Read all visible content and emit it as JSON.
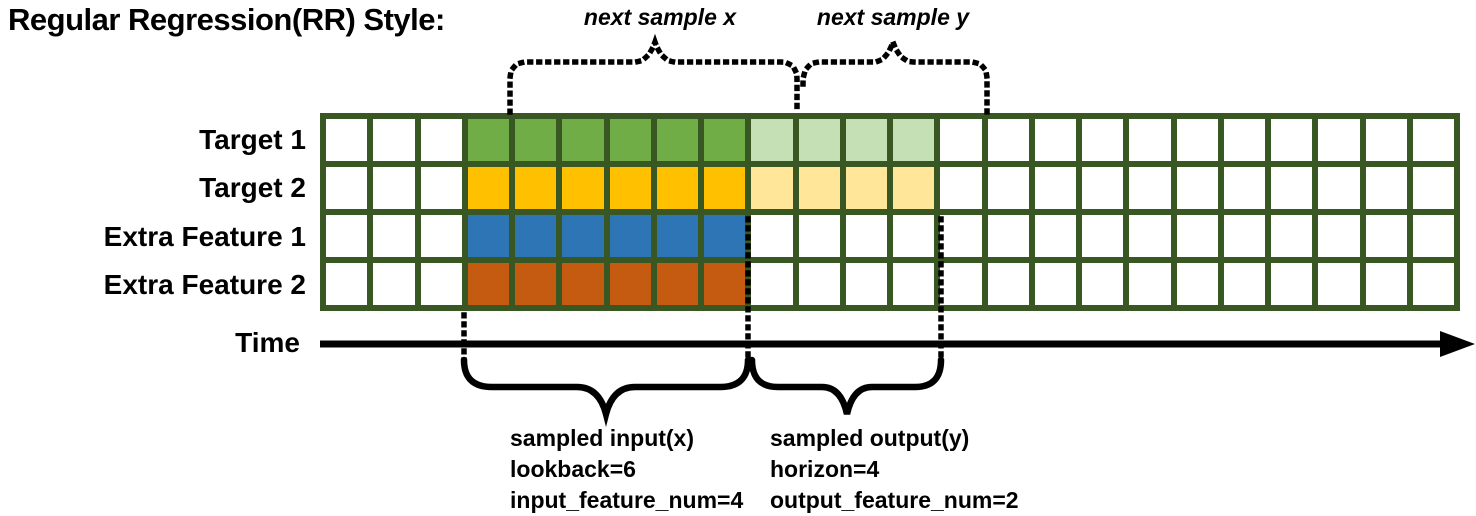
{
  "title": "Regular Regression(RR) Style:",
  "top_annotations": {
    "next_sample_x": "next sample x",
    "next_sample_y": "next sample y"
  },
  "grid": {
    "columns": 24,
    "border_color": "#385723",
    "empty_cell_color": "#FFFFFF",
    "solid_col_start": 4,
    "solid_col_end": 9,
    "light_col_start": 10,
    "light_col_end": 13,
    "rows": [
      {
        "label": "Target 1",
        "solid_color": "#70AD47",
        "light_color": "#C5E0B4"
      },
      {
        "label": "Target 2",
        "solid_color": "#FFC000",
        "light_color": "#FFE699"
      },
      {
        "label": "Extra Feature 1",
        "solid_color": "#2E75B6",
        "light_color": null
      },
      {
        "label": "Extra Feature 2",
        "solid_color": "#C55A11",
        "light_color": null
      }
    ]
  },
  "time_axis": {
    "label": "Time"
  },
  "bottom_annotations": {
    "input": {
      "lines": [
        "sampled input(x)",
        "lookback=6",
        "input_feature_num=4"
      ]
    },
    "output": {
      "lines": [
        "sampled output(y)",
        "horizon=4",
        "output_feature_num=2"
      ]
    }
  },
  "line_color": "#000000"
}
